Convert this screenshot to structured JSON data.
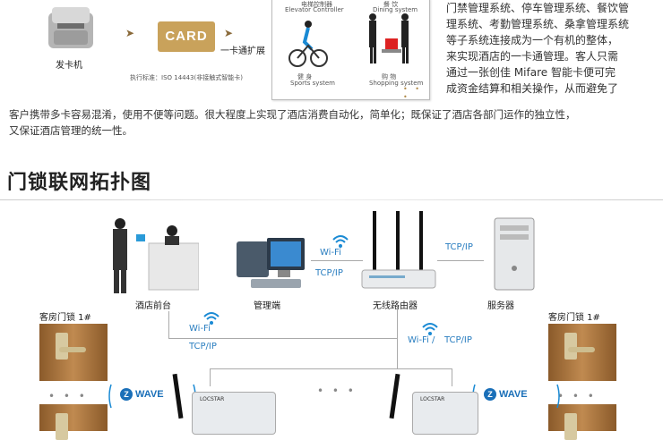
{
  "top": {
    "card_reader_label": "发卡机",
    "card_text": "CARD",
    "card_expand_label": "一卡通扩展",
    "standard_text": "执行标准：ISO 14443(非接触式智能卡)",
    "panel": {
      "elevator_cn": "电梯控制器",
      "elevator_en": "Elevator Controller",
      "dining_cn": "餐 饮",
      "dining_en": "Dining system",
      "sports_cn": "健 身",
      "sports_en": "Sports system",
      "shopping_cn": "购 物",
      "shopping_en": "Shopping system",
      "dots": "• • •"
    },
    "right_text": [
      "门禁管理系统、停车管理系统、餐饮管",
      "理系统、考勤管理系统、桑拿管理系统",
      "等子系统连接成为一个有机的整体，",
      "来实现酒店的一卡通管理。客人只需",
      "通过一张创佳 Mifare 智能卡便可完",
      "成资金结算和相关操作，从而避免了"
    ],
    "para_line1": "客户携带多卡容易混淆，使用不便等问题。很大程度上实现了酒店消费自动化，简单化；既保证了酒店各部门运作的独立性，",
    "para_line2": "又保证酒店管理的统一性。"
  },
  "section": {
    "title": "门锁联网拓扑图"
  },
  "topology": {
    "front_desk": "酒店前台",
    "management": "管理端",
    "router": "无线路由器",
    "server": "服务器",
    "room_lock_left": "客房门锁 1#",
    "room_lock_right": "客房门锁 1#",
    "wifi_label_1": "Wi-Fi",
    "tcpip_label_1": "TCP/IP",
    "tcpip_label_2": "TCP/IP",
    "wifi_label_2": "Wi-Fi",
    "tcpip_label_3": "TCP/IP",
    "wifi_label_3": "Wi-Fi /",
    "tcpip_label_4": "TCP/IP",
    "zwave_left": "WAVE",
    "zwave_right": "WAVE",
    "zwave_icon": "Z",
    "gateway_brand": "LOCSTAR",
    "dots": "• • •"
  }
}
